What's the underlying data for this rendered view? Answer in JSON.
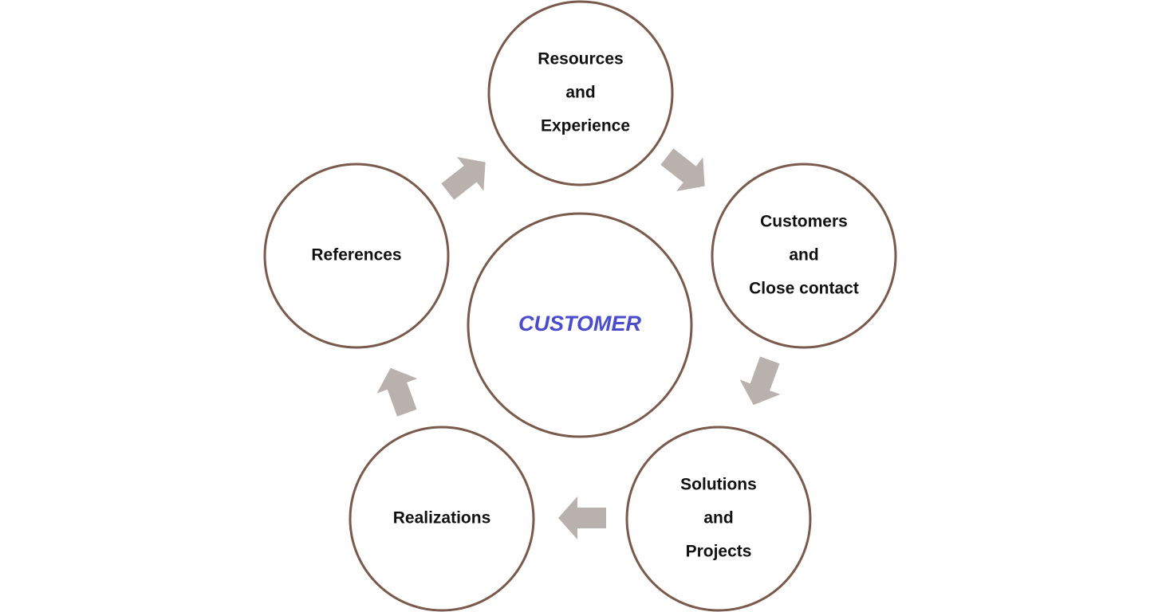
{
  "colors": {
    "circle_stroke": "#7a5a4c",
    "arrow_fill": "#b9b1ad",
    "center_text": "#4a4ccc",
    "node_text": "#111111"
  },
  "center": {
    "label": "CUSTOMER"
  },
  "nodes": [
    {
      "id": "resources",
      "lines": [
        "Resources",
        "and",
        "Experience"
      ]
    },
    {
      "id": "customers",
      "lines": [
        "Customers",
        "and",
        "Close contact"
      ]
    },
    {
      "id": "solutions",
      "lines": [
        "Solutions",
        "and",
        "Projects"
      ]
    },
    {
      "id": "realizations",
      "lines": [
        "Realizations"
      ]
    },
    {
      "id": "references",
      "lines": [
        "References"
      ]
    }
  ],
  "arrows": [
    {
      "from": "resources",
      "to": "customers",
      "icon": "arrow-icon"
    },
    {
      "from": "customers",
      "to": "solutions",
      "icon": "arrow-icon"
    },
    {
      "from": "solutions",
      "to": "realizations",
      "icon": "arrow-icon"
    },
    {
      "from": "realizations",
      "to": "references",
      "icon": "arrow-icon"
    },
    {
      "from": "references",
      "to": "resources",
      "icon": "arrow-icon"
    }
  ]
}
